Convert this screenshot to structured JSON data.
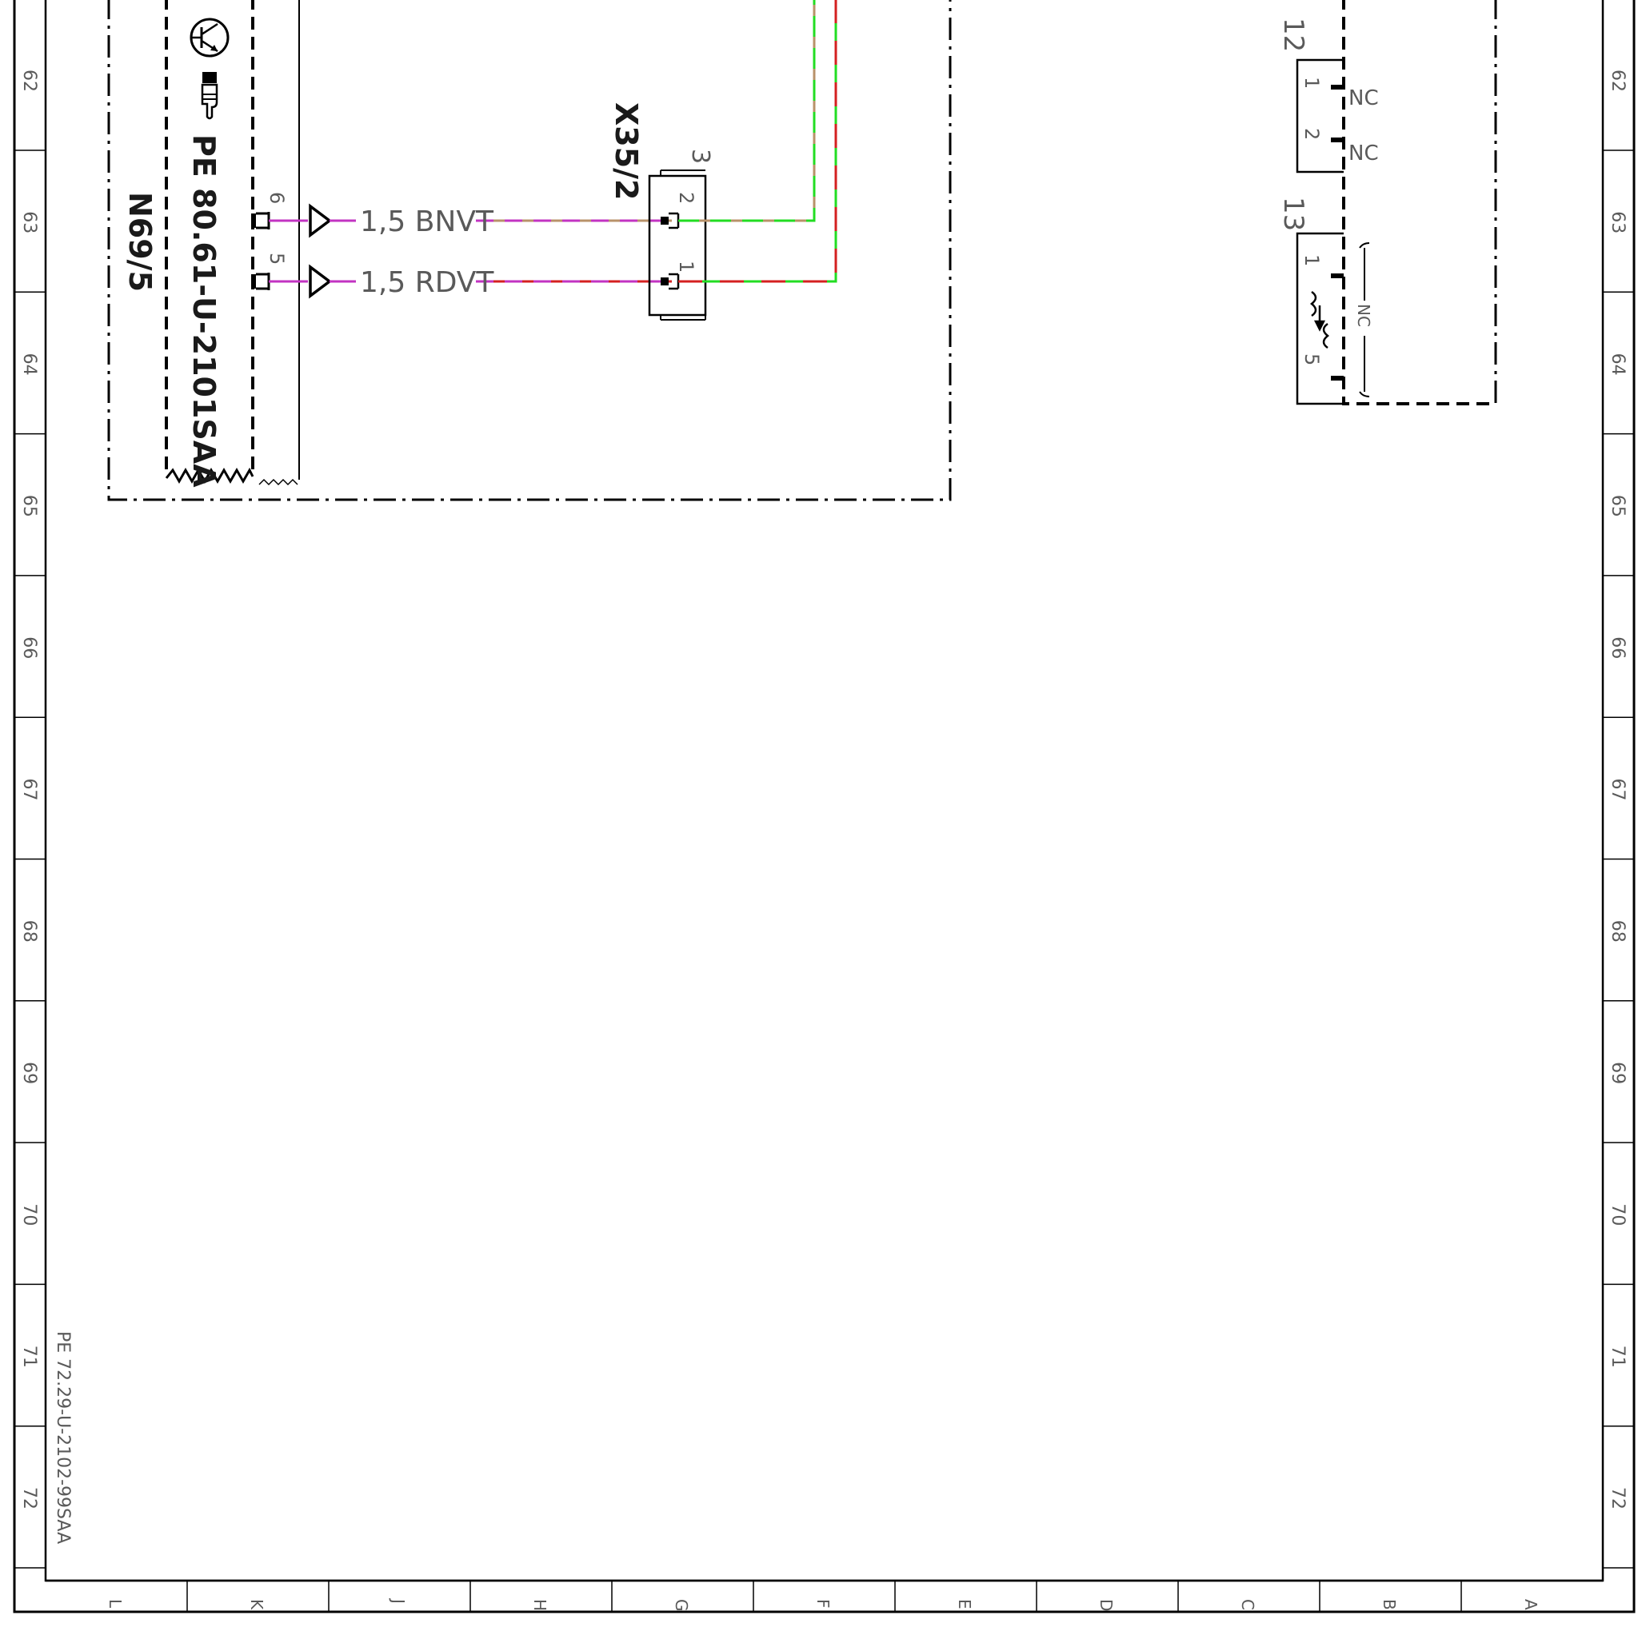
{
  "drawing": {
    "sheet_reference": "PE 72.29-U-2102-99SAA",
    "row_labels": [
      "62",
      "63",
      "64",
      "65",
      "66",
      "67",
      "68",
      "69",
      "70",
      "71",
      "72"
    ],
    "column_labels": [
      "L",
      "K",
      "J",
      "H",
      "G",
      "F",
      "E",
      "D",
      "C",
      "B",
      "A"
    ]
  },
  "component_n69": {
    "designation": "N69/5",
    "reference": "PE 80.61-U-2101SAA",
    "pins": [
      {
        "number": "6",
        "wire": "1,5 BNVT"
      },
      {
        "number": "5",
        "wire": "1,5 RDVT"
      }
    ]
  },
  "connector_x35": {
    "designation": "X35/2",
    "pin_count_label": "3",
    "pins": [
      "2",
      "1"
    ]
  },
  "connector_12": {
    "number": "12",
    "pins": [
      {
        "number": "1",
        "state": "NC"
      },
      {
        "number": "2",
        "state": "NC"
      }
    ]
  },
  "connector_13": {
    "number": "13",
    "pins": [
      "1",
      "5"
    ],
    "state": "NC"
  },
  "colors": {
    "brown": "#b8926a",
    "violet": "#c233c2",
    "red": "#d42020",
    "green": "#22dd22",
    "ink": "#000000",
    "label_grey": "#5a5a5a"
  },
  "icons": [
    "transistor-icon",
    "hand-pointer-icon"
  ]
}
